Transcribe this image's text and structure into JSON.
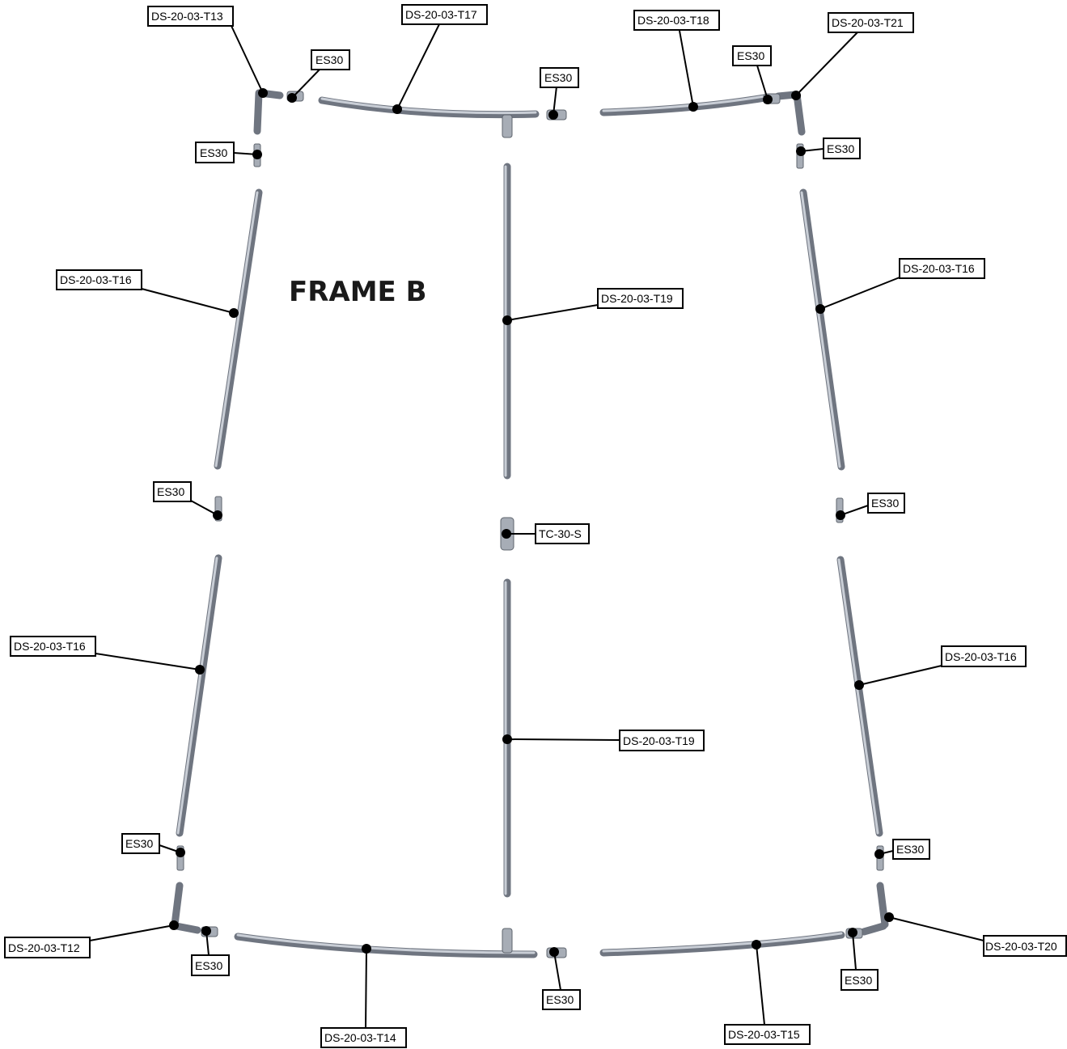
{
  "title": "FRAME B",
  "labels": [
    {
      "id": "l1",
      "text": "DS-20-03-T13"
    },
    {
      "id": "l2",
      "text": "DS-20-03-T17"
    },
    {
      "id": "l3",
      "text": "ES30"
    },
    {
      "id": "l4",
      "text": "ES30"
    },
    {
      "id": "l5",
      "text": "DS-20-03-T18"
    },
    {
      "id": "l6",
      "text": "ES30"
    },
    {
      "id": "l7",
      "text": "DS-20-03-T21"
    },
    {
      "id": "l8",
      "text": "ES30"
    },
    {
      "id": "l9",
      "text": "ES30"
    },
    {
      "id": "l10",
      "text": "DS-20-03-T16"
    },
    {
      "id": "l11",
      "text": "DS-20-03-T19"
    },
    {
      "id": "l12",
      "text": "DS-20-03-T16"
    },
    {
      "id": "l13",
      "text": "ES30"
    },
    {
      "id": "l14",
      "text": "TC-30-S"
    },
    {
      "id": "l15",
      "text": "ES30"
    },
    {
      "id": "l16",
      "text": "DS-20-03-T16"
    },
    {
      "id": "l17",
      "text": "DS-20-03-T16"
    },
    {
      "id": "l18",
      "text": "DS-20-03-T19"
    },
    {
      "id": "l19",
      "text": "ES30"
    },
    {
      "id": "l20",
      "text": "ES30"
    },
    {
      "id": "l21",
      "text": "DS-20-03-T12"
    },
    {
      "id": "l22",
      "text": "ES30"
    },
    {
      "id": "l23",
      "text": "DS-20-03-T20"
    },
    {
      "id": "l24",
      "text": "ES30"
    },
    {
      "id": "l25",
      "text": "ES30"
    },
    {
      "id": "l26",
      "text": "DS-20-03-T14"
    },
    {
      "id": "l27",
      "text": "DS-20-03-T15"
    }
  ]
}
